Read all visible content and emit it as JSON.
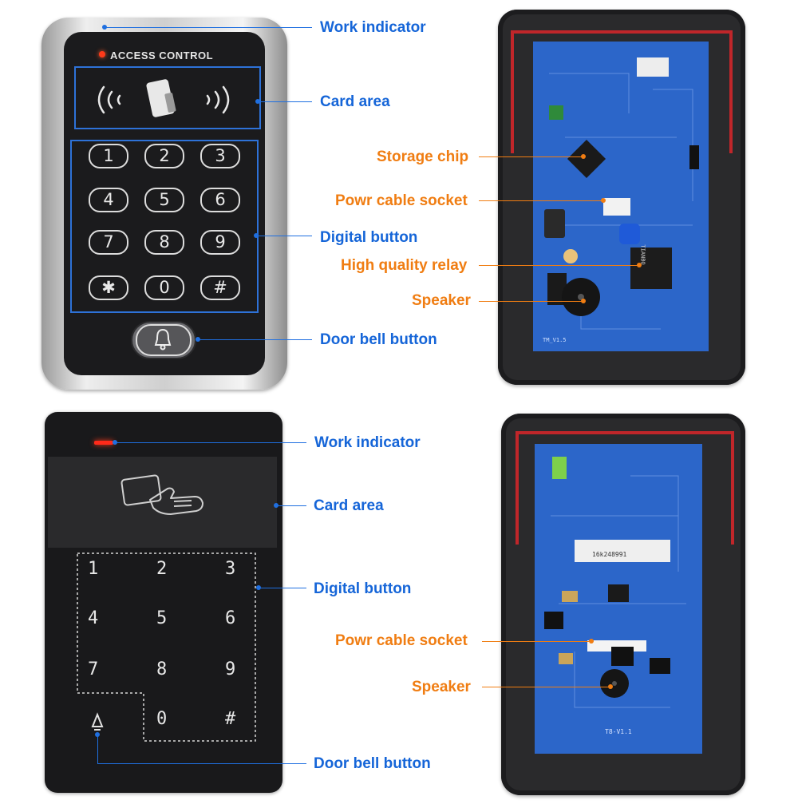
{
  "device_top": {
    "brand": "ACCESS CONTROL",
    "keys": [
      "1",
      "2",
      "3",
      "4",
      "5",
      "6",
      "7",
      "8",
      "9",
      "✱",
      "0",
      "#"
    ]
  },
  "device_bottom": {
    "keys": [
      "1",
      "2",
      "3",
      "4",
      "5",
      "6",
      "7",
      "8",
      "9",
      "0",
      "#"
    ]
  },
  "pcb_top": {
    "board_label": "TM_V1.5",
    "relay_text": "TIANBO"
  },
  "pcb_bottom": {
    "sticker_text": "16k248991",
    "board_label": "T8-V1.1"
  },
  "labels": {
    "work_indicator": "Work indicator",
    "card_area": "Card area",
    "digital_button": "Digital button",
    "door_bell_button": "Door bell button",
    "storage_chip": "Storage chip",
    "power_cable_socket": "Powr cable socket",
    "high_quality_relay": "High quality relay",
    "speaker": "Speaker"
  },
  "colors": {
    "blue_label": "#1565d8",
    "orange_label": "#f07d12",
    "pcb_blue": "#2c66c9"
  }
}
